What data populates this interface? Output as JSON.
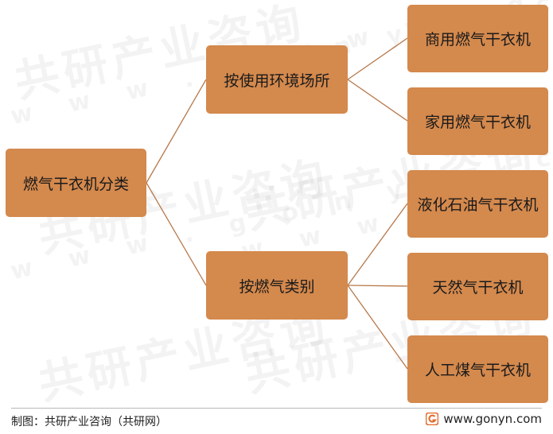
{
  "diagram": {
    "root": {
      "label": "燃气干衣机分类"
    },
    "groups": [
      {
        "label": "按使用环境场所",
        "children": [
          "商用燃气干衣机",
          "家用燃气干衣机"
        ]
      },
      {
        "label": "按燃气类别",
        "children": [
          "液化石油气干衣机",
          "天然气干衣机",
          "人工煤气干衣机"
        ]
      }
    ]
  },
  "watermark": {
    "brand": "共研产业咨询",
    "url": "w w w . g o n y n . c o m"
  },
  "footer": {
    "source": "制图：共研产业咨询（共研网）",
    "url": "www.gonyn.com",
    "logo_icon": "gonyn-logo-icon"
  },
  "colors": {
    "node_fill": "#d4894d",
    "connector": "#b7784a",
    "logo_accent": "#e06a2c"
  }
}
